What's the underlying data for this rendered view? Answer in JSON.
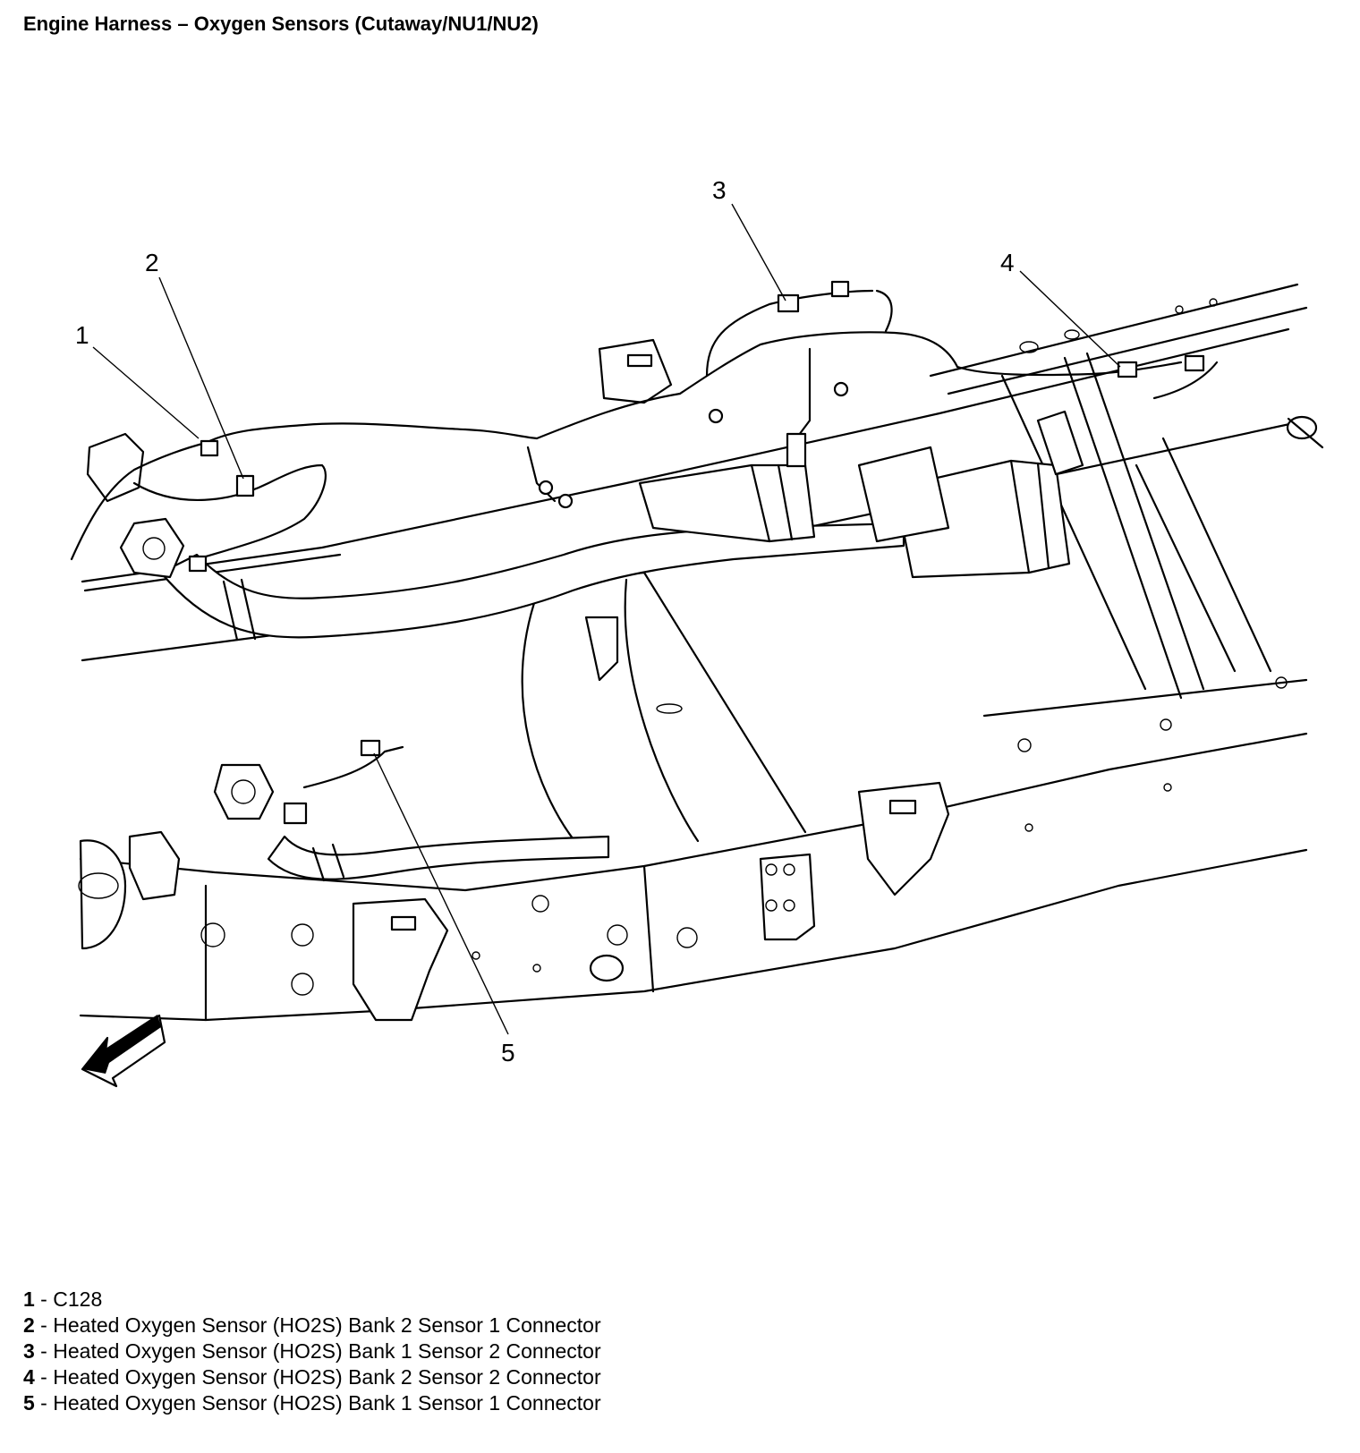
{
  "title": "Engine Harness – Oxygen Sensors (Cutaway/NU1/NU2)",
  "callouts": [
    {
      "number": "1",
      "description": "C128"
    },
    {
      "number": "2",
      "description": "Heated Oxygen Sensor (HO2S) Bank 2 Sensor 1 Connector"
    },
    {
      "number": "3",
      "description": "Heated Oxygen Sensor (HO2S) Bank 1 Sensor 2 Connector"
    },
    {
      "number": "4",
      "description": "Heated Oxygen Sensor (HO2S) Bank 2 Sensor 2 Connector"
    },
    {
      "number": "5",
      "description": "Heated Oxygen Sensor (HO2S) Bank 1 Sensor 1 Connector"
    }
  ],
  "legend_separator": " - ",
  "icons": {
    "direction_arrow": "front-direction-arrow-icon"
  }
}
